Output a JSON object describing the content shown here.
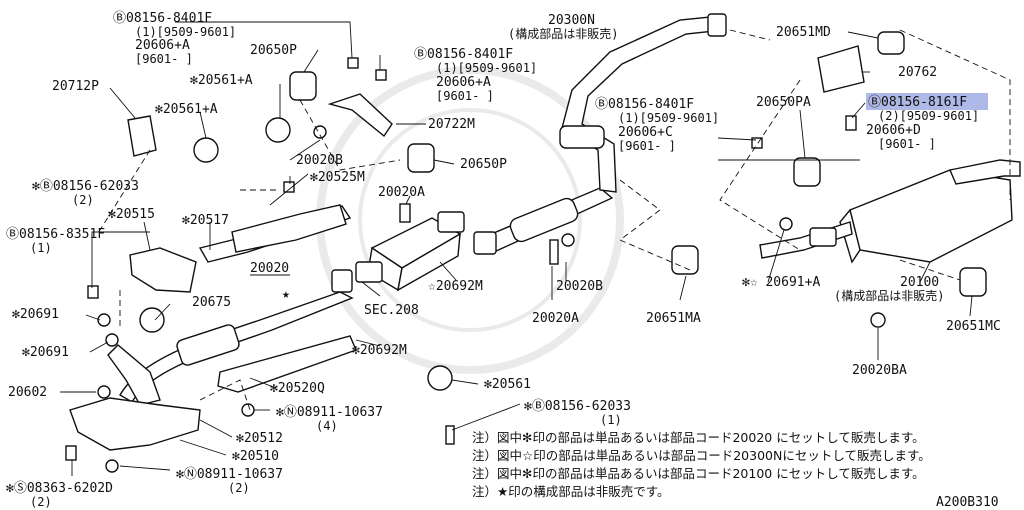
{
  "labels": {
    "bolt_a_main": "Ⓑ08156-8401F",
    "bolt_a_sub1": "(1)[9509-9601]",
    "bolt_a_sub2": "20606+A",
    "bolt_a_sub3": "[9601-    ]",
    "p20650P_top": "20650P",
    "p20561A_top": "✻20561+A",
    "bolt_b_main": "Ⓑ08156-8401F",
    "bolt_b_sub1": "(1)[9509-9601]",
    "bolt_b_sub2": "20606+A",
    "bolt_b_sub3": "[9601-    ]",
    "p20300N": "20300N",
    "p20300N_note": "(構成部品は非販売)",
    "p20651MD": "20651MD",
    "p20762": "20762",
    "bolt_d_main": "Ⓑ08156-8161F",
    "bolt_d_sub1": "(2)[9509-9601]",
    "bolt_d_sub2": "20606+D",
    "bolt_d_sub3": "[9601-    ]",
    "p20712P": "20712P",
    "p20561A_left": "✻20561+A",
    "p20722M": "20722M",
    "p20650PA": "20650PA",
    "bolt_c_main": "Ⓑ08156-8401F",
    "bolt_c_sub1": "(1)[9509-9601]",
    "bolt_c_sub2": "20606+C",
    "bolt_c_sub3": "[9601-    ]",
    "p20650P_mid": "20650P",
    "p20020B_top": "20020B",
    "p62033_left": "✻Ⓑ08156-62033",
    "p62033_left_qty": "(2)",
    "p20525M": "✻20525M",
    "p20020A_top": "20020A",
    "p20515": "✻20515",
    "p20517": "✻20517",
    "p8351F": "Ⓑ08156-8351F",
    "p8351F_qty": "(1)",
    "p20020": "20020",
    "p20692M_right": "☆20692M",
    "p20020B_bottom": "20020B",
    "p20675": "20675",
    "sec208": "SEC.208",
    "p20020A_bottom": "20020A",
    "p20651MA": "20651MA",
    "p20691A": "✻☆ 20691+A",
    "p20100": "20100",
    "p20100_note": "(構成部品は非販売)",
    "p20651MC": "20651MC",
    "p20691_a": "✻20691",
    "p20691_b": "✻20691",
    "p20692M_left": "✻20692M",
    "p20020BA": "20020BA",
    "p20602": "20602",
    "p20520Q": "✻20520Q",
    "p20561_bottom": "✻20561",
    "p62033_bottom": "✻Ⓑ08156-62033",
    "p62033_bottom_qty": "(1)",
    "p10637_a": "✻Ⓝ08911-10637",
    "p10637_a_qty": "(4)",
    "p20512": "✻20512",
    "p20510": "✻20510",
    "p10637_b": "✻Ⓝ08911-10637",
    "p10637_b_qty": "(2)",
    "p6202D": "✻Ⓢ08363-6202D",
    "p6202D_qty": "(2)"
  },
  "notes": [
    "注）図中✻印の部品は単品あるいは部品コード20020 にセットして販売します。",
    "注）図中☆印の部品は単品あるいは部品コード20300Nにセットして販売します。",
    "注）図中✻印の部品は単品あるいは部品コード20100 にセットして販売します。",
    "注）★印の構成部品は非販売です。"
  ],
  "diagram_code": "A200B310",
  "highlight_color": "#6b7fd6"
}
